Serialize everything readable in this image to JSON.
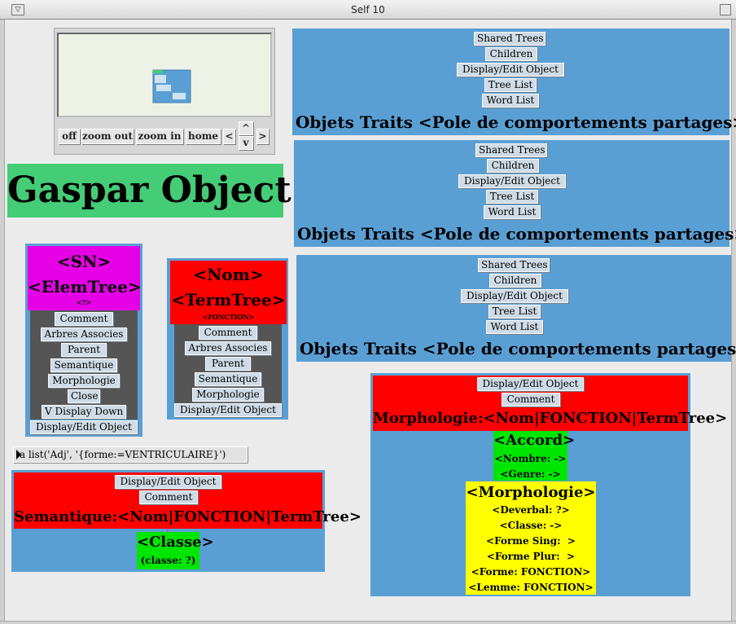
{
  "window": {
    "title": "Self 10"
  },
  "navigator": {
    "buttons": {
      "off": "off",
      "zoom_out": "zoom out",
      "zoom_in": "zoom in",
      "home": "home"
    },
    "arrows": {
      "left": "<",
      "up": "^",
      "down": "v",
      "right": ">"
    }
  },
  "banner": "Gaspar Object!",
  "traits_panels": [
    {
      "buttons": [
        "Shared Trees",
        "Children",
        "Display/Edit Object",
        "Tree List",
        "Word List"
      ],
      "title": "Objets Traits <Pole de comportements partages>"
    },
    {
      "buttons": [
        "Shared Trees",
        "Children",
        "Display/Edit Object",
        "Tree List",
        "Word List"
      ],
      "title": "Objets Traits <Pole de comportements partages>"
    },
    {
      "buttons": [
        "Shared Trees",
        "Children",
        "Display/Edit Object",
        "Tree List",
        "Word List"
      ],
      "title": "Objets Traits <Pole de comportements partages>"
    }
  ],
  "sn_node": {
    "title1": "<SN>",
    "title2": "<ElemTree>",
    "sub": "<?>",
    "buttons": [
      "Comment",
      "Arbres Associes",
      "Parent",
      "Semantique",
      "Morphologie",
      "Close",
      "V Display Down",
      "Display/Edit Object"
    ]
  },
  "nom_node": {
    "title1": "<Nom>",
    "title2": "<TermTree>",
    "sub": "<FONCTION>",
    "buttons": [
      "Comment",
      "Arbres Associes",
      "Parent",
      "Semantique",
      "Morphologie",
      "Display/Edit Object"
    ]
  },
  "eval_line": "a list('Adj', '{forme:=VENTRICULAIRE}')",
  "semantique_panel": {
    "buttons": [
      "Display/Edit Object",
      "Comment"
    ],
    "title": "Semantique:<Nom|FONCTION|TermTree>",
    "classe_box": {
      "title": "<Classe>",
      "line": "(classe: ?)"
    }
  },
  "morphologie_panel": {
    "buttons": [
      "Display/Edit Object",
      "Comment"
    ],
    "title": "Morphologie:<Nom|FONCTION|TermTree>",
    "accord_box": {
      "title": "<Accord>",
      "lines": [
        "<Nombre: ->",
        "<Genre: ->"
      ]
    },
    "morph_box": {
      "title": "<Morphologie>",
      "lines": [
        "<Deverbal: ?>",
        "<Classe: ->",
        "<Forme Sing:  >",
        "<Forme Plur:  >",
        "<Forme: FONCTION>",
        "<Lemme: FONCTION>"
      ]
    }
  },
  "colors": {
    "desktop": "#ebebeb",
    "panel_blue": "#5a9fd4",
    "header_red": "#ff0000",
    "header_magenta": "#e600e6",
    "box_green": "#00e600",
    "box_yellow": "#ffff00",
    "banner_green": "#44cc77",
    "button_bg": "#cfdbe6"
  }
}
